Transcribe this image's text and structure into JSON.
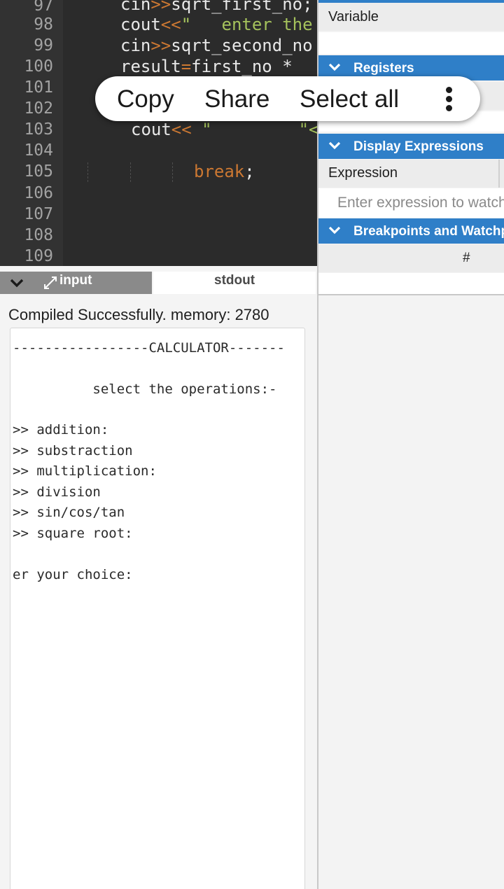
{
  "editor": {
    "line_numbers": [
      "97",
      "98",
      "99",
      "100",
      "101",
      "102",
      "103",
      "104",
      "105",
      "106",
      "107",
      "108",
      "109"
    ],
    "lines": {
      "l97": {
        "a": "cin",
        "b": ">>",
        "c": "sqrt_first_no;"
      },
      "l98": {
        "a": "cout",
        "b": "<<",
        "c": "\"   enter the"
      },
      "l99": {
        "a": "cin",
        "b": ">>",
        "c": "sqrt_second_no"
      },
      "l100": {
        "a": "result",
        "b": "=",
        "c": "first_no *"
      },
      "l103": {
        "a": "cout",
        "b": "<<",
        "c": " \"",
        "d": "\"<"
      },
      "l105": {
        "a": "break",
        "b": ";"
      }
    }
  },
  "selection_toolbar": {
    "copy": "Copy",
    "share": "Share",
    "select_all": "Select all",
    "more_icon": "more-vertical-icon"
  },
  "io_panel": {
    "tabs": {
      "input": "input",
      "stdout": "stdout"
    },
    "compile_message": "Compiled Successfully. memory: 2780",
    "output_lines": [
      "-----------------CALCULATOR-------",
      "",
      "          select the operations:-",
      "",
      ">> addition:",
      ">> substraction",
      ">> multiplication:",
      ">> division",
      ">> sin/cos/tan",
      ">> square root:",
      "",
      "er your choice:"
    ]
  },
  "debug_panel": {
    "variable_header": "Variable",
    "registers_label": "Registers",
    "display_expressions_label": "Display Expressions",
    "expression_header": "Expression",
    "expression_placeholder": "Enter expression to watch",
    "breakpoints_label": "Breakpoints and Watchpoints",
    "breakpoints_col": "#"
  },
  "colors": {
    "editor_bg": "#2b2b2b",
    "operator": "#cc7832",
    "string": "#a5c25c",
    "section_bar": "#2f7fc8"
  }
}
